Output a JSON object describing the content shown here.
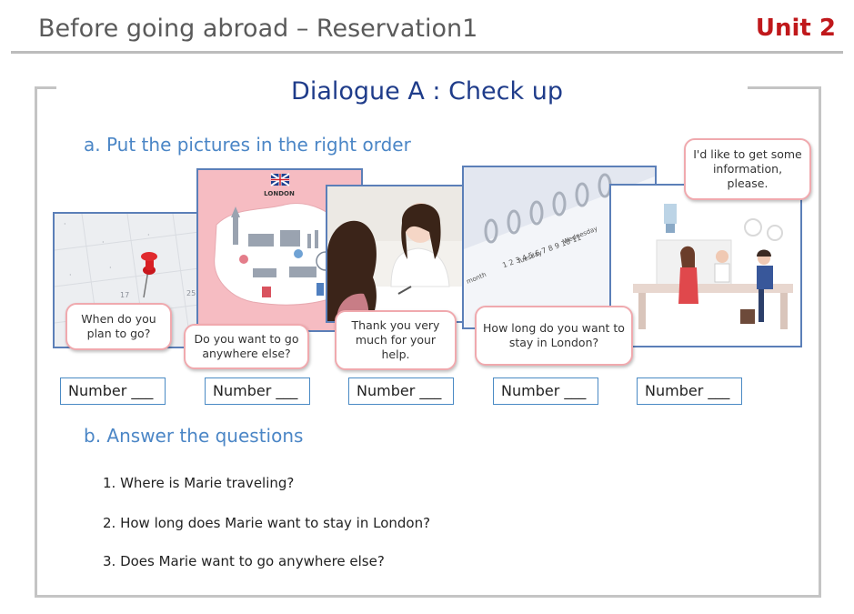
{
  "header": {
    "title": "Before going abroad – Reservation1",
    "unit": "Unit 2"
  },
  "dialogue_title": "Dialogue A : Check up",
  "section_a": {
    "heading": "a. Put the pictures in the right order"
  },
  "pictures": [
    {
      "speech": "When do you plan to go?"
    },
    {
      "label": "LONDON",
      "speech": "Do you want to go anywhere else?"
    },
    {
      "speech": "Thank you very much for your help."
    },
    {
      "calendar_words": [
        "month",
        "Tuesday",
        "Wednesday"
      ],
      "speech": "How long do you want to stay in London?"
    },
    {
      "speech": "I'd like to get some information, please."
    }
  ],
  "number_boxes": [
    "Number ___",
    "Number ___",
    "Number ___",
    "Number ___",
    "Number ___"
  ],
  "section_b": {
    "heading": "b. Answer the questions",
    "questions": [
      "1. Where is Marie traveling?",
      "2. How long does Marie want to stay in London?",
      "3. Does Marie want to go anywhere else?"
    ]
  },
  "colors": {
    "title_blue": "#1f3c8a",
    "section_blue": "#4b86c6",
    "unit_red": "#c0181b",
    "frame_gray": "#c4c4c4"
  }
}
